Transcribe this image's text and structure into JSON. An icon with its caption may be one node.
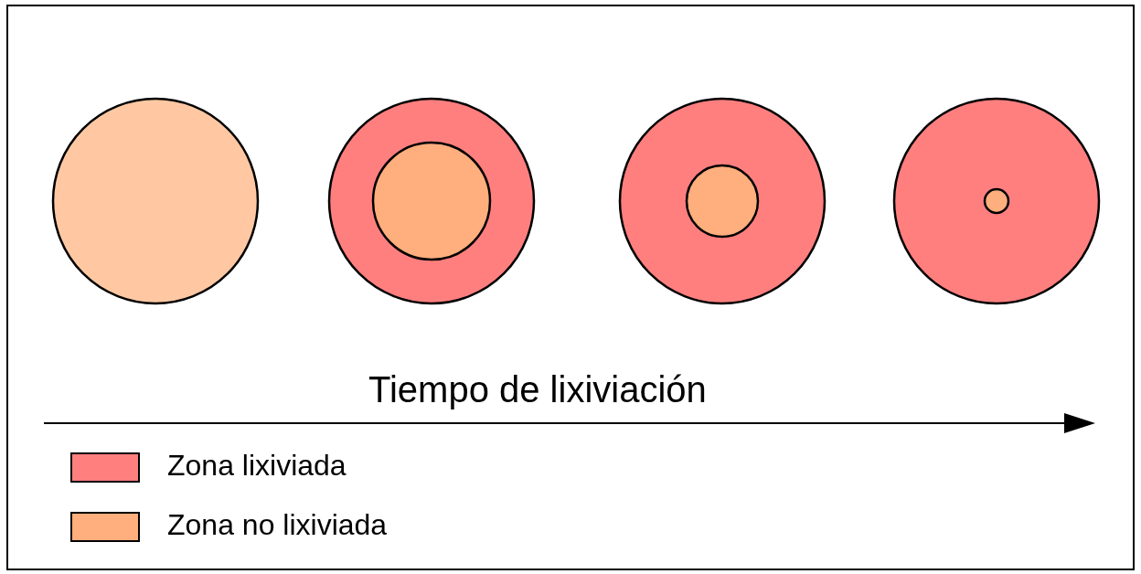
{
  "diagram": {
    "labels": [
      "Tiempo de lixiviación"
    ],
    "legend": [
      {
        "text": "Zona lixiviada",
        "color": "#ff7f7f"
      },
      {
        "text": "Zona no lixiviada",
        "color": "#ffae7d"
      }
    ]
  }
}
